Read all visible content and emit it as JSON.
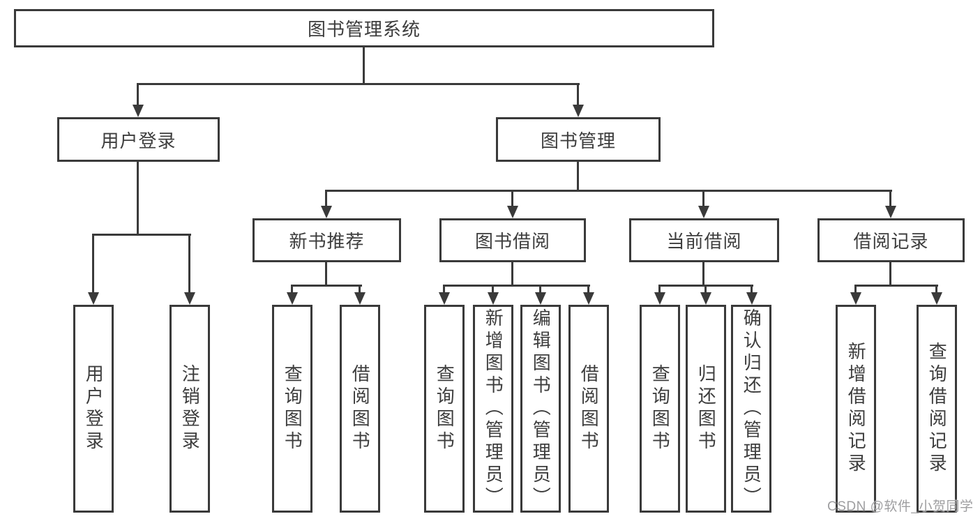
{
  "diagram_type": "functional-structure-tree",
  "tree": {
    "label": "图书管理系统",
    "children": [
      {
        "label": "用户登录",
        "children": [
          {
            "label": "用户登录"
          },
          {
            "label": "注销登录"
          }
        ]
      },
      {
        "label": "图书管理",
        "children": [
          {
            "label": "新书推荐",
            "children": [
              {
                "label": "查询图书"
              },
              {
                "label": "借阅图书"
              }
            ]
          },
          {
            "label": "图书借阅",
            "children": [
              {
                "label": "查询图书"
              },
              {
                "label": "新增图书（管理员）"
              },
              {
                "label": "编辑图书（管理员）"
              },
              {
                "label": "借阅图书"
              }
            ]
          },
          {
            "label": "当前借阅",
            "children": [
              {
                "label": "查询图书"
              },
              {
                "label": "归还图书"
              },
              {
                "label": "确认归还（管理员）"
              }
            ]
          },
          {
            "label": "借阅记录",
            "children": [
              {
                "label": "新增借阅记录"
              },
              {
                "label": "查询借阅记录"
              }
            ]
          }
        ]
      }
    ]
  },
  "watermark": {
    "text": "CSDN @软件_小贺同学"
  },
  "colors": {
    "line": "#3a3a3a",
    "text": "#3d3d3d",
    "background": "#ffffff",
    "watermark": "#9e9ea0"
  }
}
